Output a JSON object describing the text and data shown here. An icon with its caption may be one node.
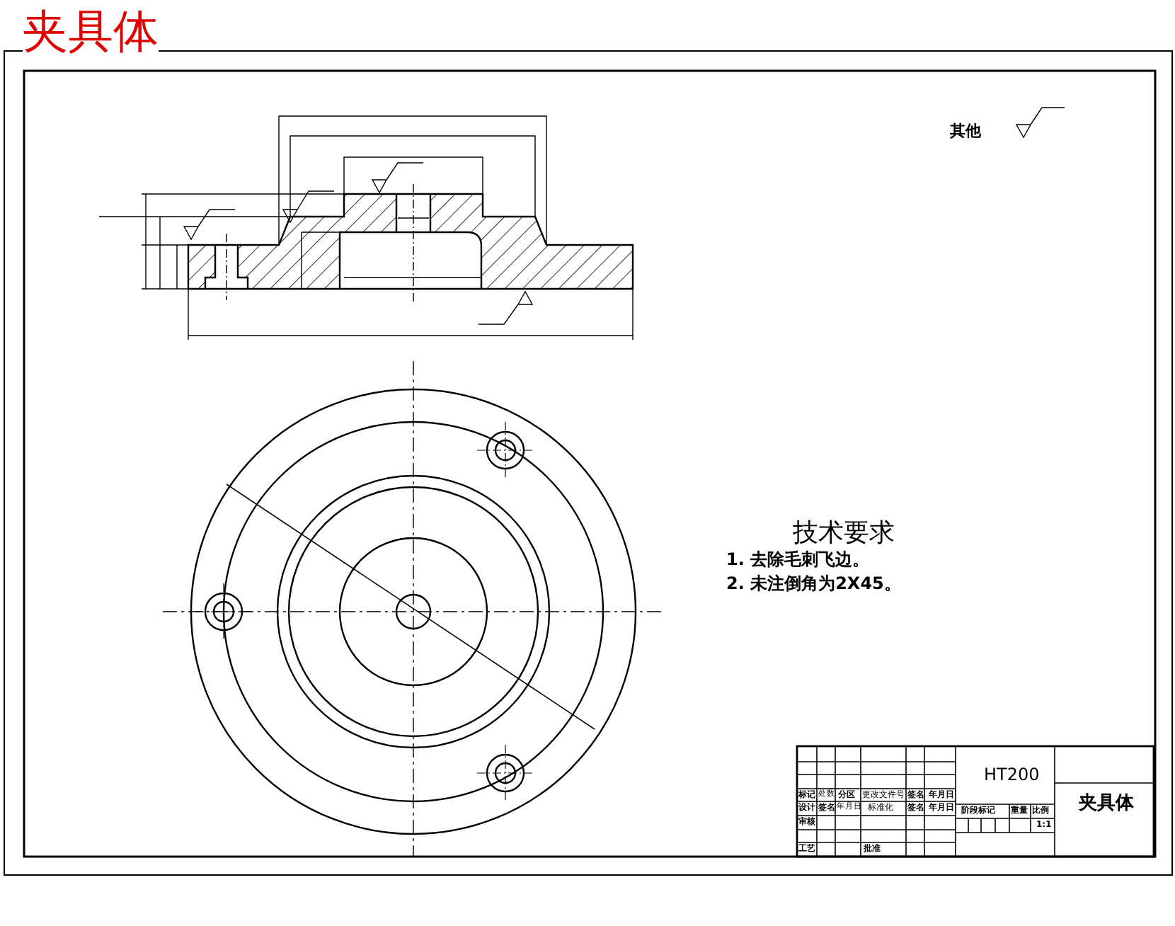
{
  "diagram": {
    "title": "夹具体",
    "labels": [
      "其他",
      "技术要求",
      "1. 去除毛刺飞边。",
      "2. 未注倒角为2X45。",
      "HT200",
      "夹具体",
      "标记",
      "处数",
      "分区",
      "更改文件号",
      "签名",
      "年月日",
      "设计",
      "签名",
      "年月日",
      "标准化",
      "签名",
      "年月日",
      "阶段标记",
      "重量",
      "比例",
      "审核",
      "1:1",
      "工艺",
      "批准"
    ]
  }
}
